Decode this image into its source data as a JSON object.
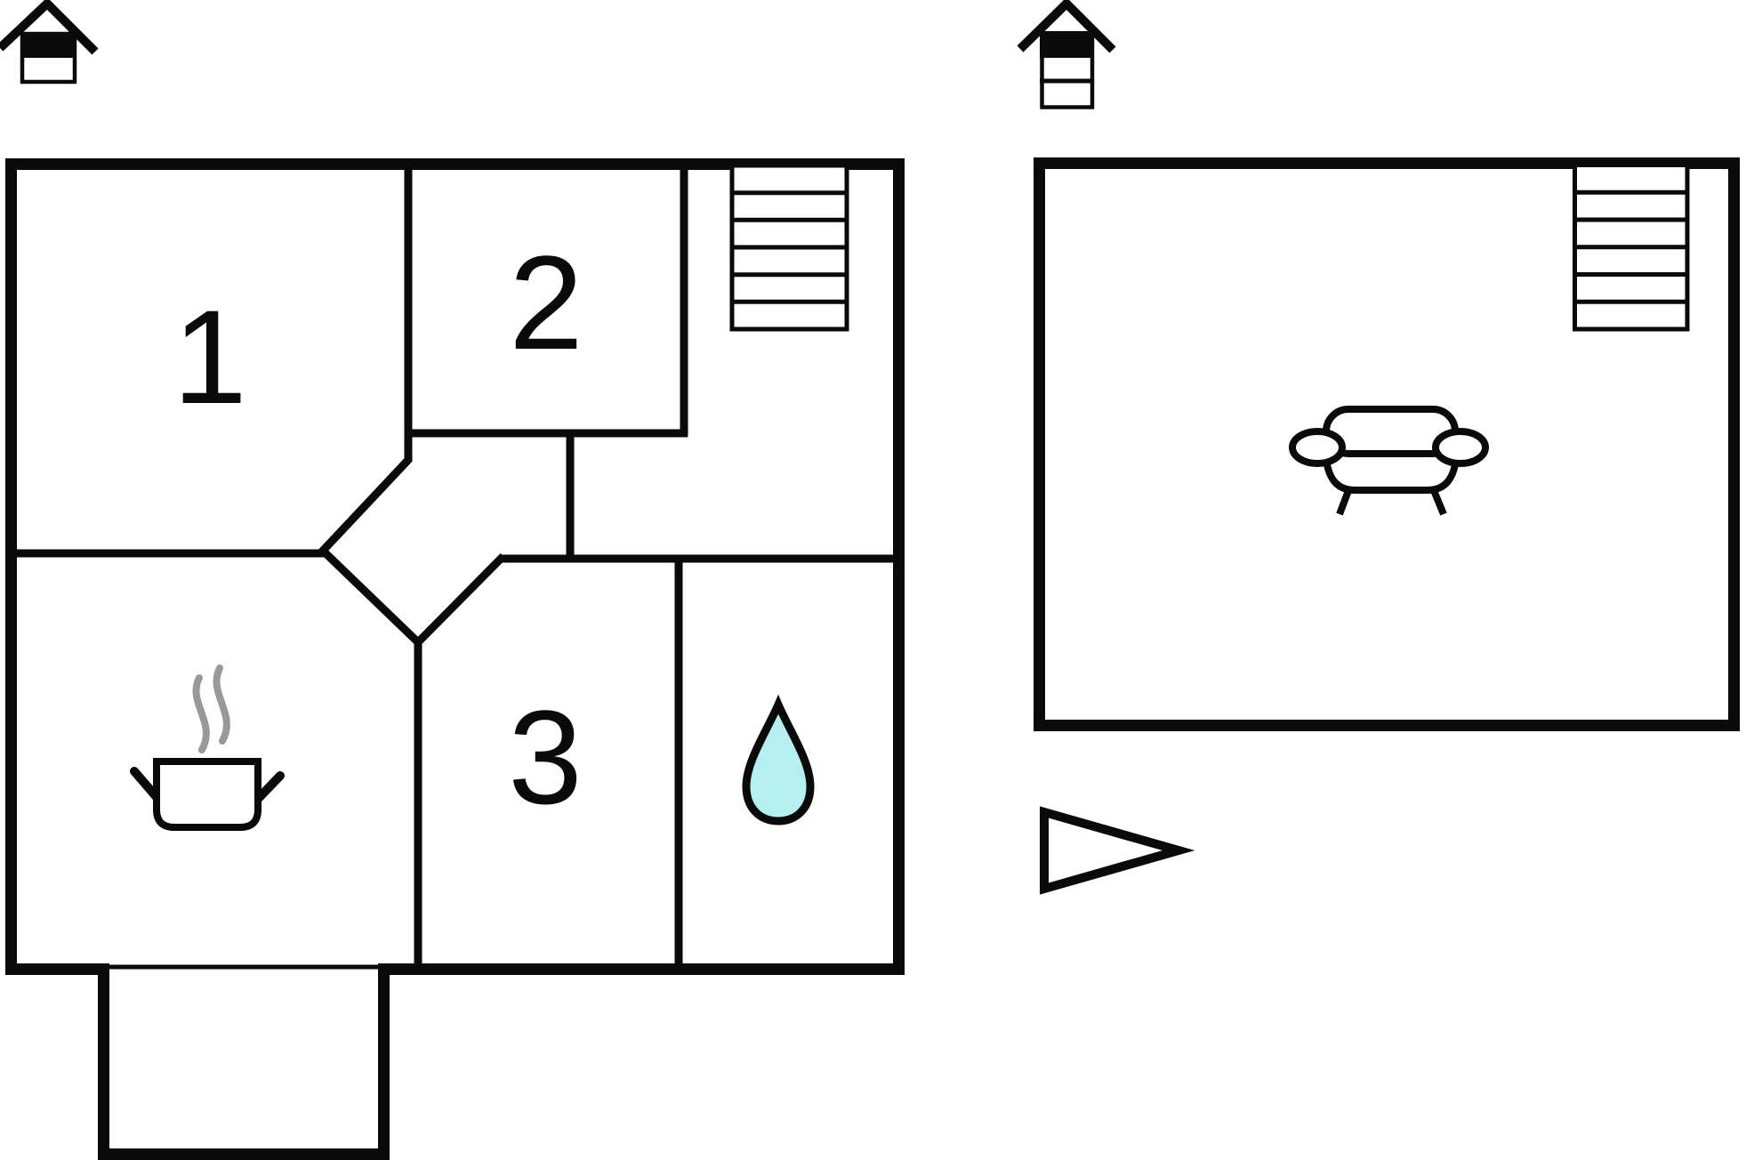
{
  "colors": {
    "line": "#0a0a0a",
    "water_drop_fill": "#b4f0f0",
    "steam_gray": "#999999"
  },
  "left_plan": {
    "room_labels": {
      "room1": "1",
      "room2": "2",
      "room3": "3"
    },
    "icons": [
      "storey-indicator-house",
      "staircase",
      "cooking-pot-with-steam",
      "water-drop",
      "porch"
    ]
  },
  "right_plan": {
    "icons": [
      "storey-indicator-house",
      "staircase",
      "sofa"
    ]
  },
  "between_plans": {
    "icon": "right-pointing-triangle-arrow"
  }
}
